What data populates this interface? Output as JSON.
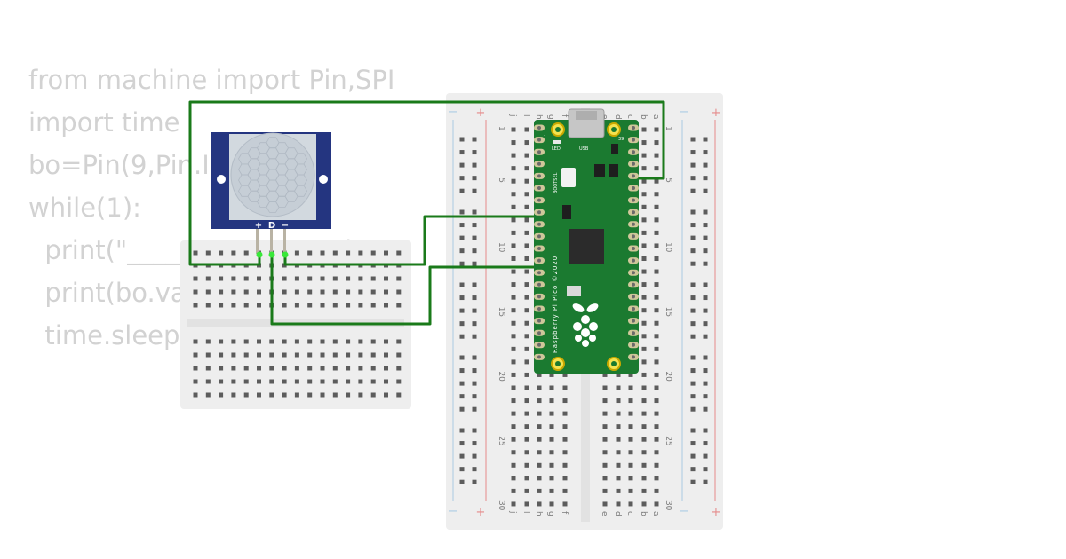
{
  "code_lines": [
    "from machine import Pin,SPI",
    "import time",
    "bo=Pin(9,Pin.IN)",
    "while(1):",
    "  print(\"________________\")",
    "  print(bo.value())",
    "  time.sleep(0.5)"
  ],
  "pir_sensor": {
    "pin_labels": [
      "+",
      "D",
      "−"
    ]
  },
  "pico": {
    "vertical_text": "Raspberry Pi Pico ©2020",
    "bootsel_label": "BOOTSEL",
    "led_label": "LED",
    "usb_label": "USB",
    "pad_label_left": "1",
    "pad_label_right": "39"
  },
  "breadboard": {
    "column_letters_left": [
      "j",
      "i",
      "h",
      "g",
      "f"
    ],
    "column_letters_right": [
      "e",
      "d",
      "c",
      "b",
      "a"
    ],
    "row_numbers": [
      "1",
      "5",
      "10",
      "15",
      "20",
      "25",
      "30"
    ],
    "rail_minus": "−",
    "rail_plus": "+"
  },
  "colors": {
    "wire": "#1a7a1a",
    "pico_board": "#1b7a30",
    "pir_board": "#243580",
    "pir_lens": "#c8d0d8",
    "breadboard": "#eeeeee",
    "hole": "#5c5c5c",
    "rail_red": "#e58b8b",
    "rail_blue": "#a9cbe3",
    "code_text": "#d2d2d2"
  }
}
